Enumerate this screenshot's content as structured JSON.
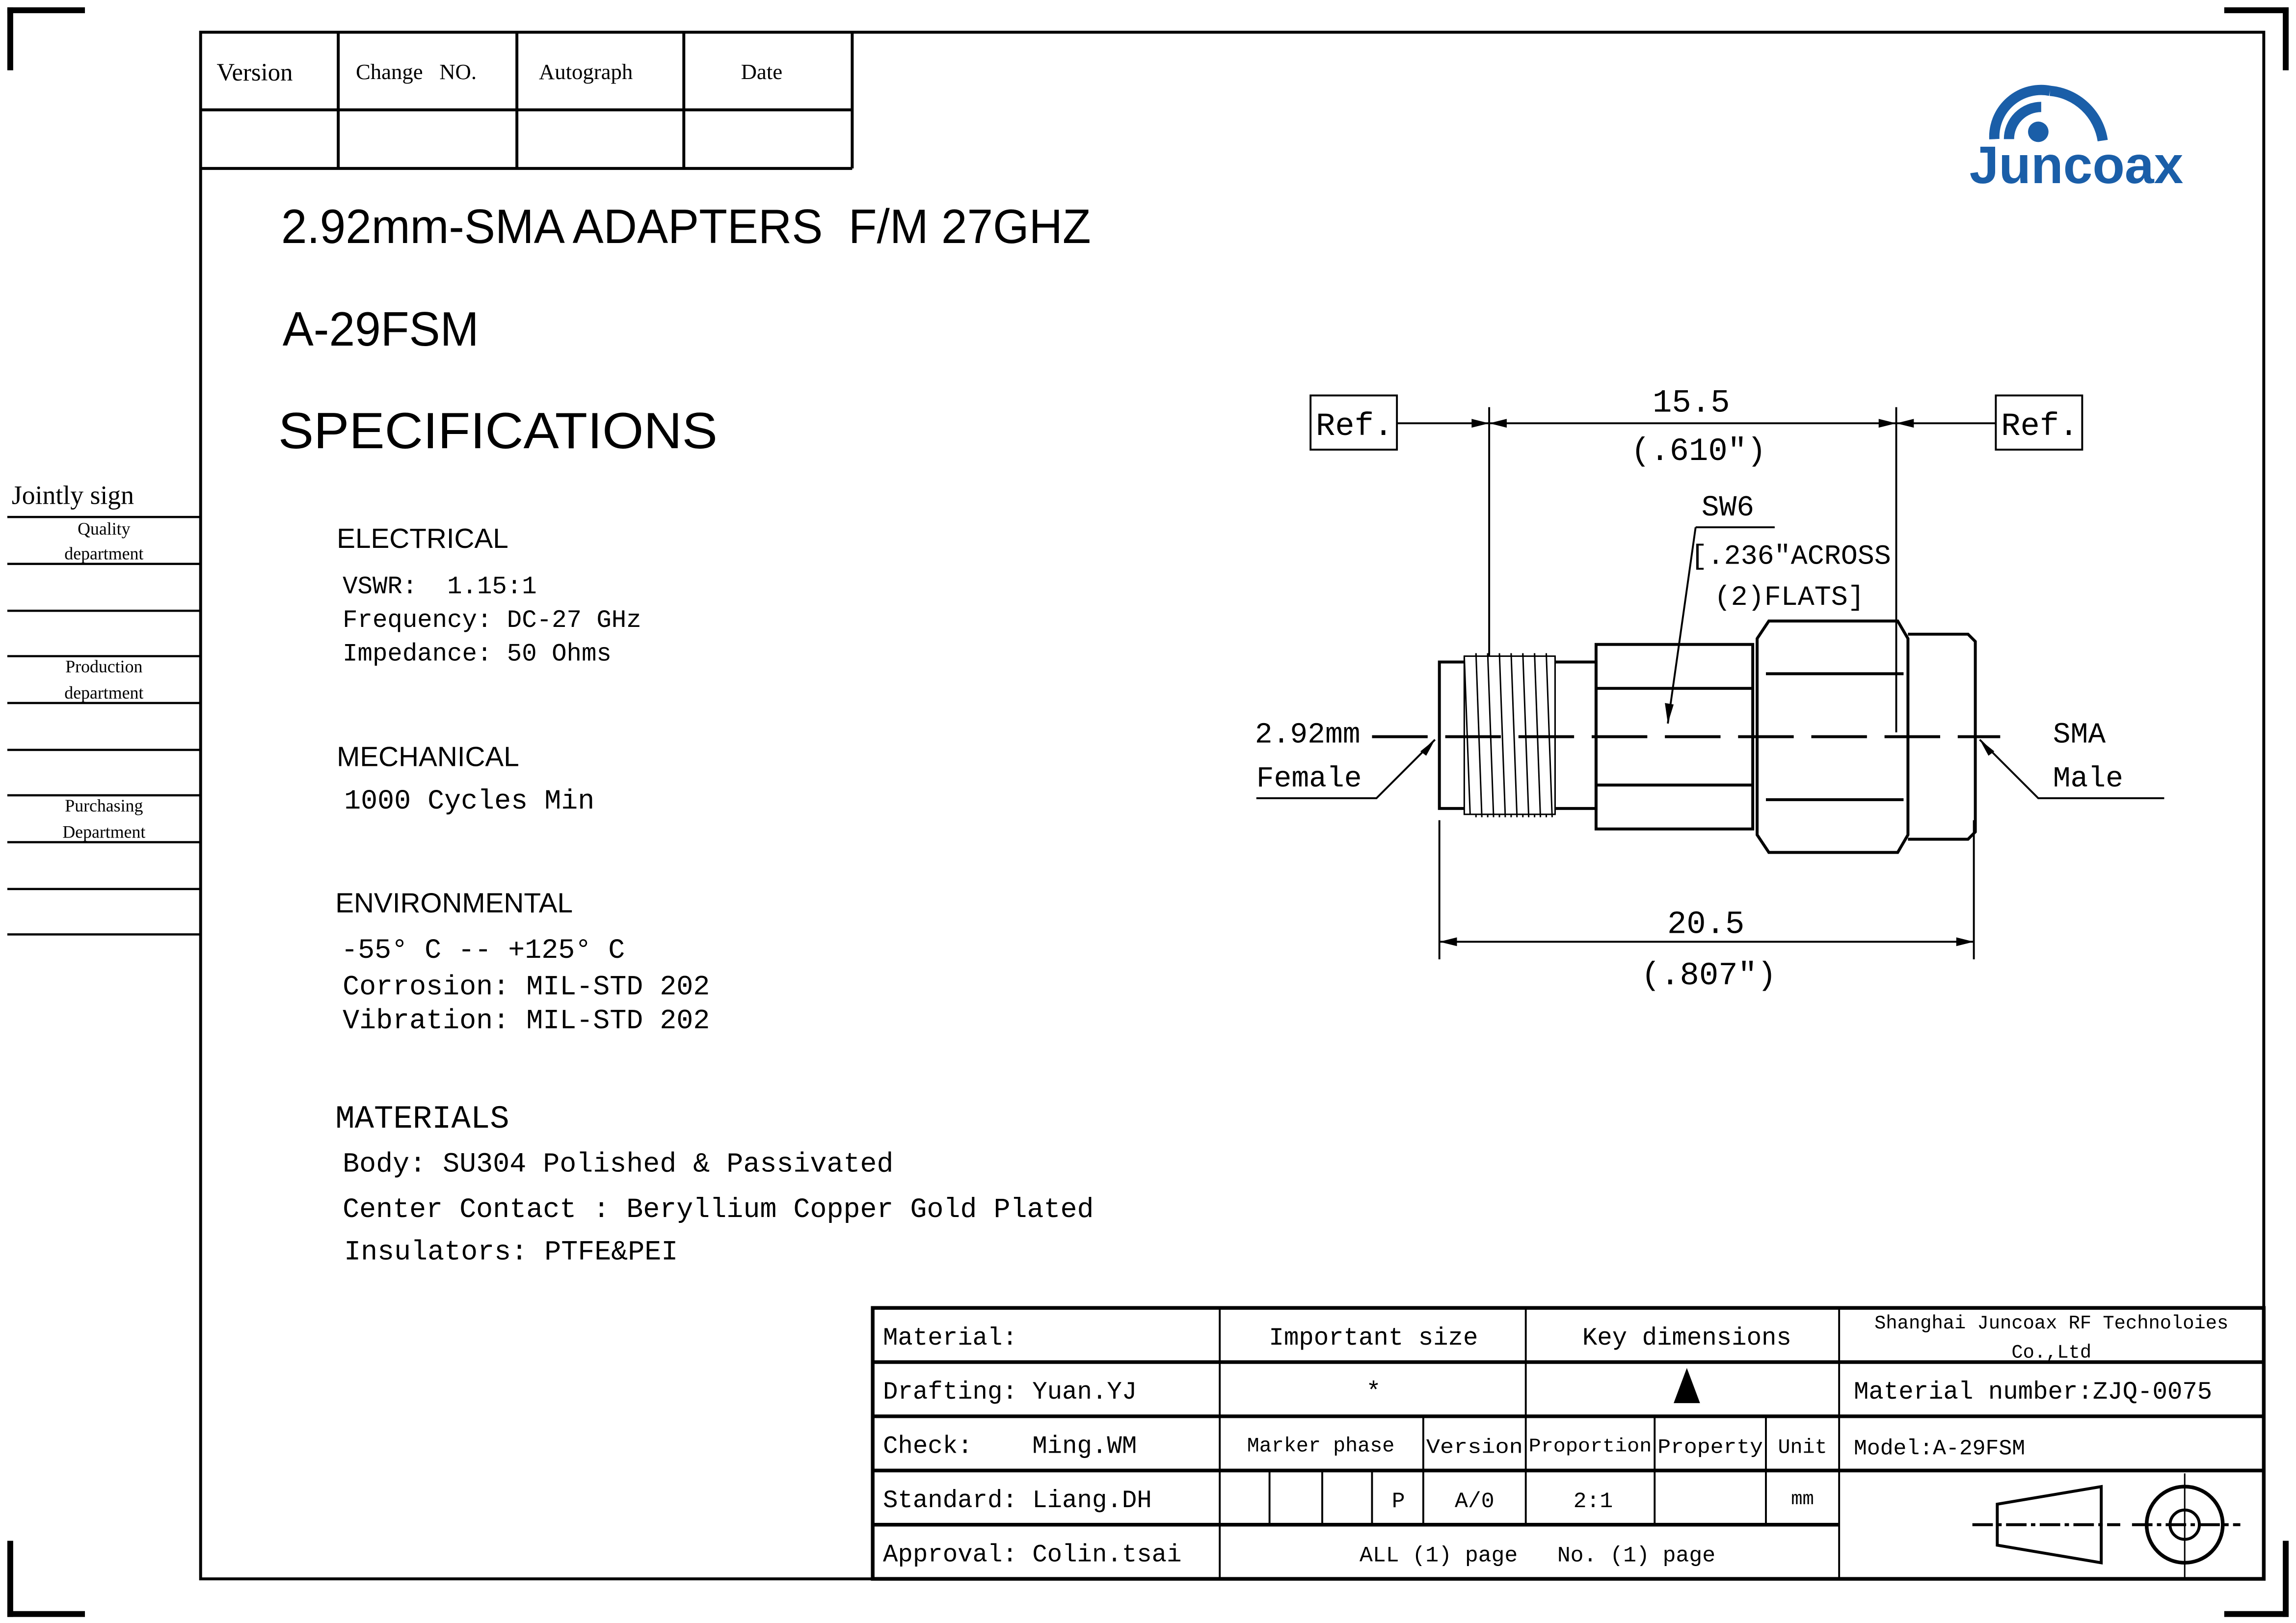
{
  "revision_table": {
    "headers": [
      "Version",
      "Change   NO.",
      "Autograph",
      "Date"
    ]
  },
  "logo": {
    "text": "Juncoax",
    "color": "#1a5ea8"
  },
  "side_sign": {
    "title": "Jointly sign",
    "departments": [
      [
        "Quality",
        "department"
      ],
      [
        "Production",
        "department"
      ],
      [
        "Purchasing",
        "Department"
      ]
    ]
  },
  "title": "2.92mm-SMA ADAPTERS  F/M 27GHZ",
  "model": "A-29FSM",
  "specs_heading": "SPECIFICATIONS",
  "sections": {
    "electrical": {
      "heading": "ELECTRICAL",
      "lines": [
        "VSWR:  1.15:1",
        "Frequency: DC-27 GHz",
        "Impedance: 50 Ohms"
      ]
    },
    "mechanical": {
      "heading": "MECHANICAL",
      "lines": [
        "1000 Cycles Min"
      ]
    },
    "environmental": {
      "heading": "ENVIRONMENTAL",
      "lines": [
        "-55° C -- +125° C",
        "Corrosion: MIL-STD 202",
        "Vibration: MIL-STD 202"
      ]
    },
    "materials": {
      "heading": "MATERIALS",
      "lines": [
        "Body: SU304 Polished & Passivated",
        "Center Contact : Beryllium Copper Gold Plated",
        "Insulators: PTFE&PEI"
      ]
    }
  },
  "drawing": {
    "ref_left": "Ref.",
    "ref_right": "Ref.",
    "dim_top": "15.5",
    "dim_top_in": "(.610\")",
    "sw": "SW6",
    "sw_note1": "[.236\"ACROSS",
    "sw_note2": "(2)FLATS]",
    "left_label1": "2.92mm",
    "left_label2": "Female",
    "right_label1": "SMA",
    "right_label2": "Male",
    "dim_bottom": "20.5",
    "dim_bottom_in": "(.807\")"
  },
  "title_block": {
    "material": "Material:",
    "important_size": "Important size",
    "key_dimensions": "Key dimensions",
    "company1": "Shanghai Juncoax RF Technoloies",
    "company2": "Co.,Ltd",
    "drafting": "Drafting: Yuan.YJ",
    "important_mark": "*",
    "material_number": "Material number:ZJQ-0075",
    "check": "Check:    Ming.WM",
    "marker_phase": "Marker phase",
    "version": "Version",
    "proportion": "Proportion",
    "property": "Property",
    "unit": "Unit",
    "model_label": "Model:A-29FSM",
    "standard": "Standard: Liang.DH",
    "phase_value": "P",
    "version_value": "A/0",
    "proportion_value": "2:1",
    "unit_value": "mm",
    "approval": "Approval: Colin.tsai",
    "pages": "ALL (1) page   No. (1) page"
  }
}
